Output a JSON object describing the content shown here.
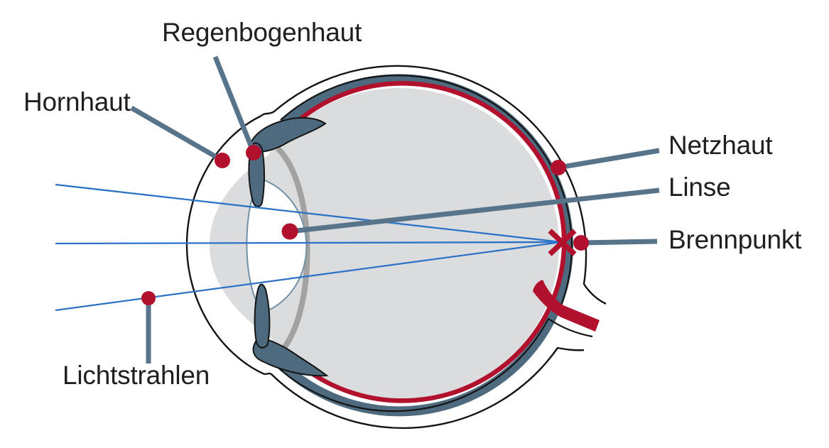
{
  "figure": {
    "description_labels": {
      "regenbogenhaut": "Regenbogenhaut",
      "hornhaut": "Hornhaut",
      "netzhaut": "Netzhaut",
      "linse": "Linse",
      "brennpunkt": "Brennpunkt",
      "lichtstrahlen": "Lichtstrahlen"
    },
    "light_rays_count": 3,
    "focal_marker": "X"
  },
  "colors": {
    "red": "#b2112e",
    "slate": "#4d6a7f",
    "leader": "#57748a",
    "blue": "#2c72c7",
    "outline": "#141414",
    "interiorGray": "#dbdcde",
    "capsuleGray": "#a2a2a2",
    "lensOutline": "#7290a4",
    "text": "#1f1f1f",
    "background": "#ffffff"
  }
}
